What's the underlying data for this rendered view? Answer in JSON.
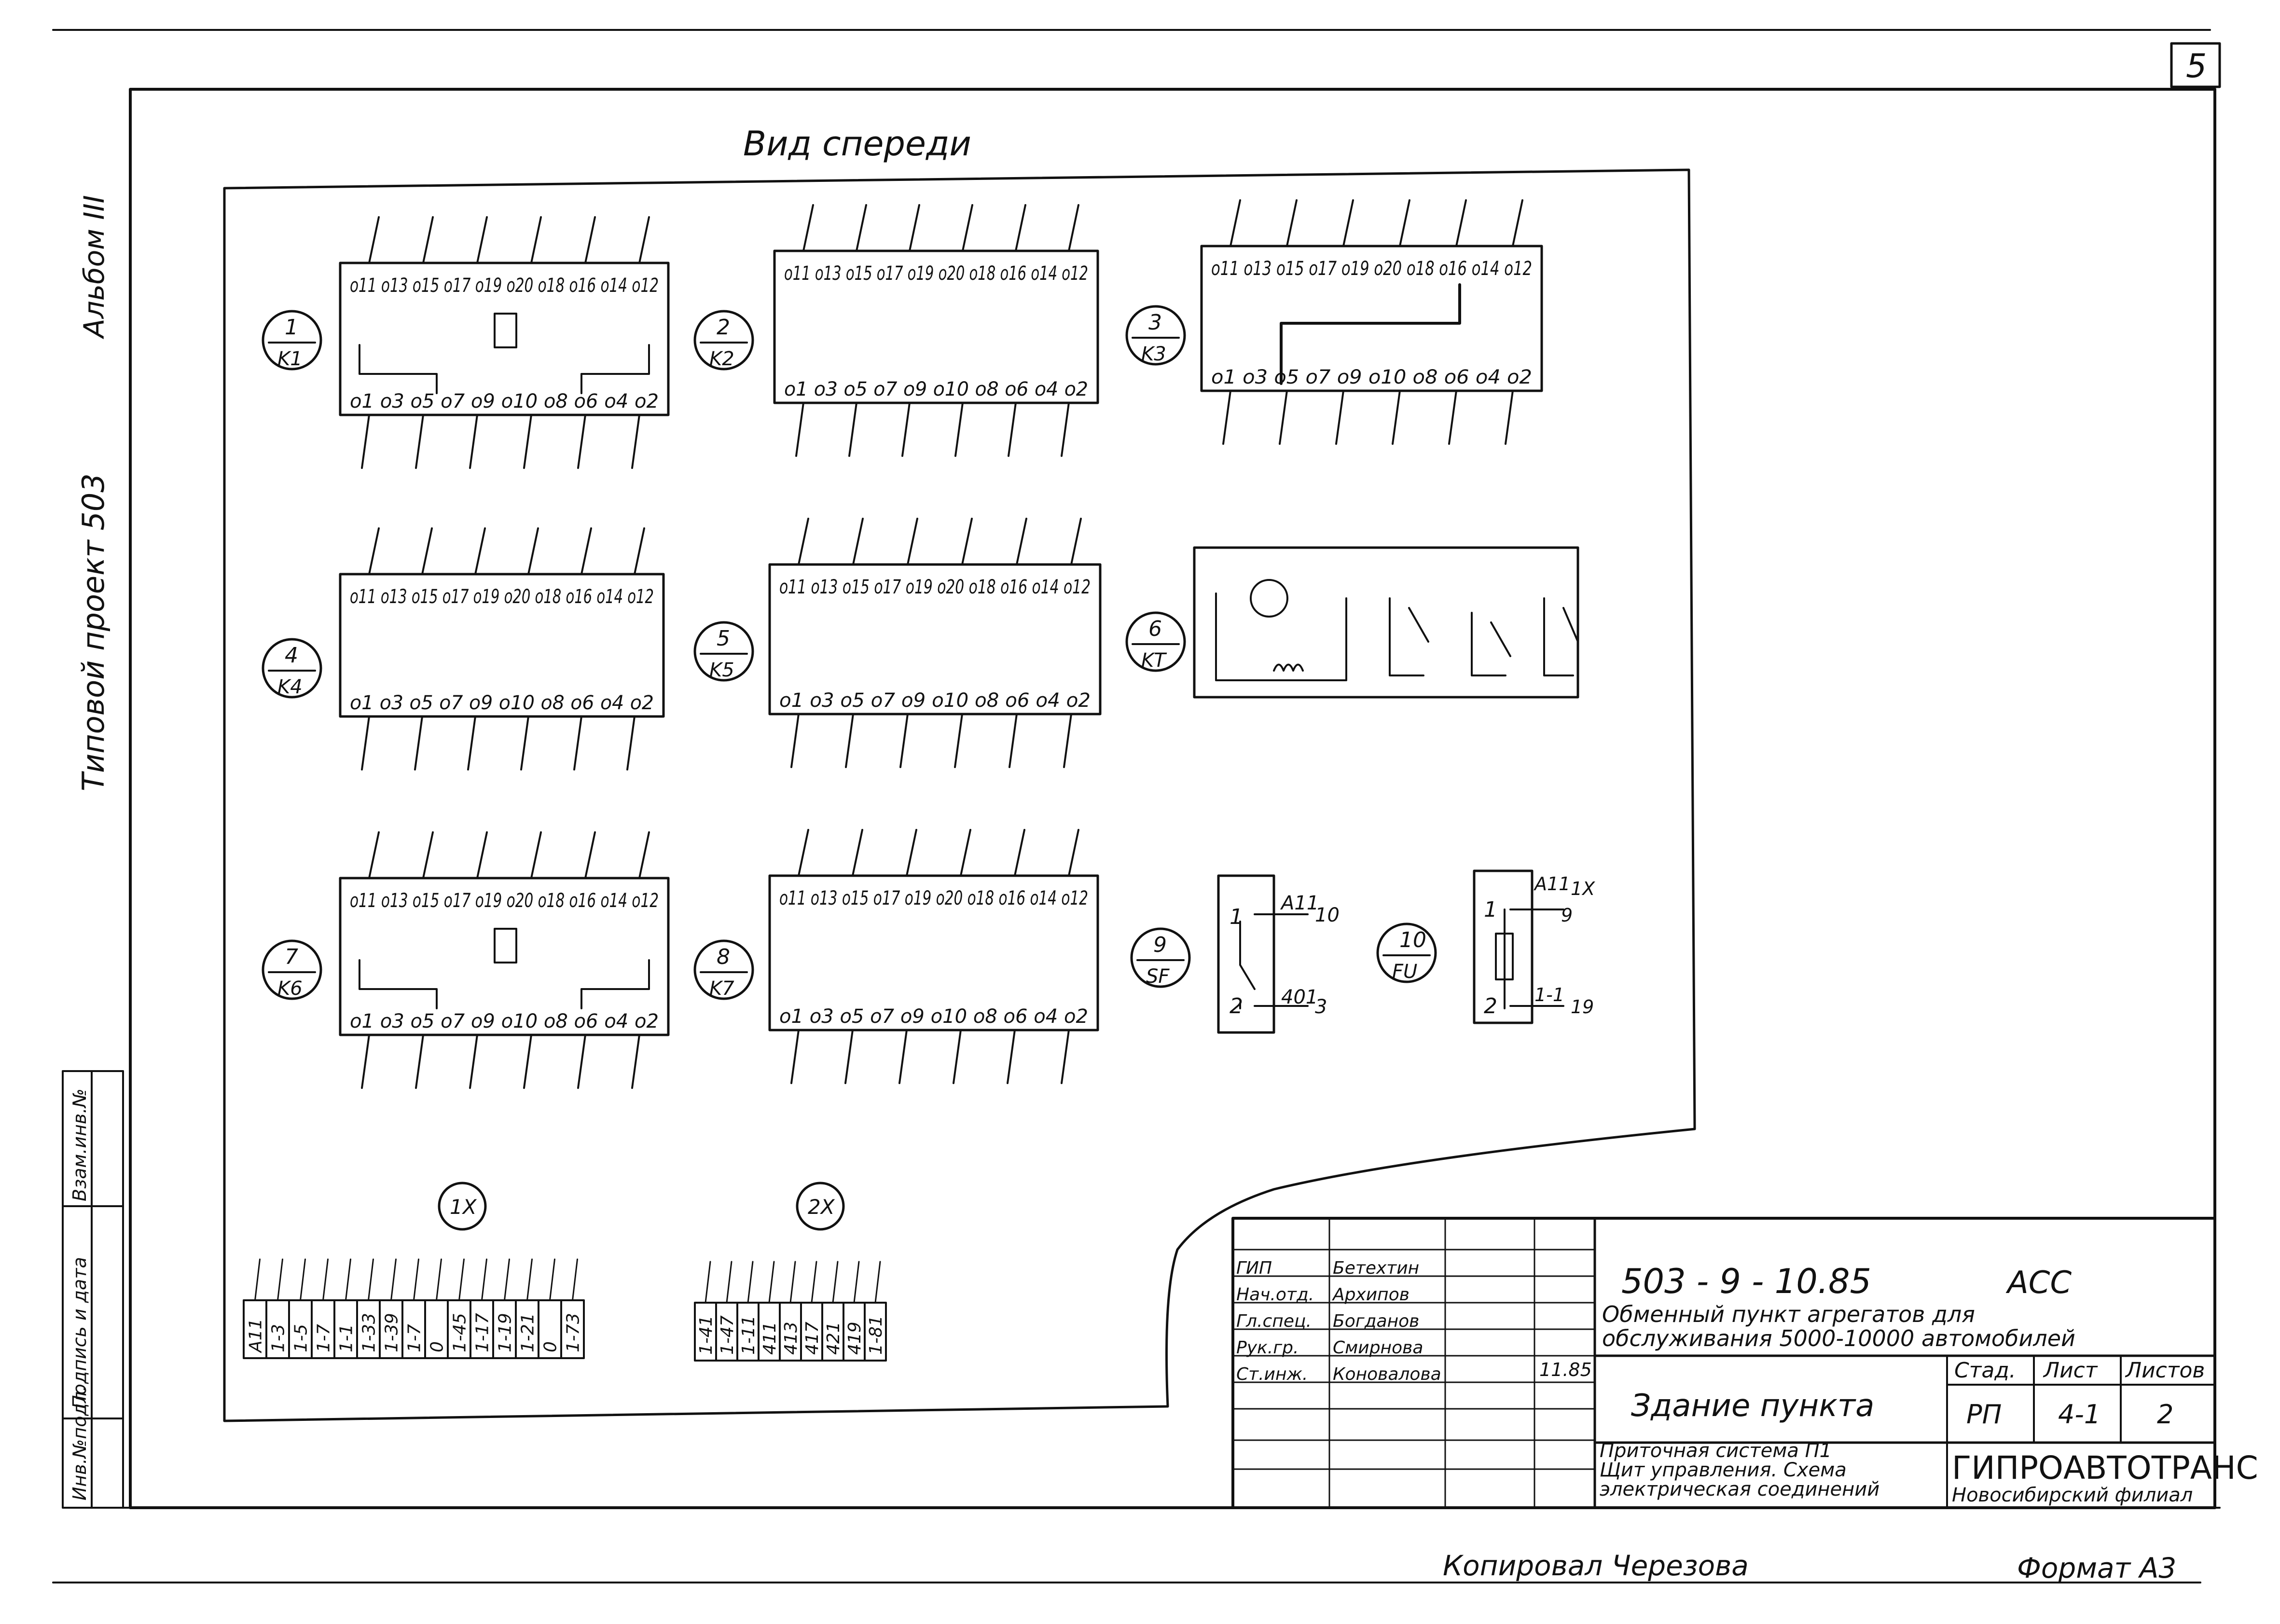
{
  "sheet": {
    "number": "5",
    "view_title": "Вид спереди",
    "side_album": "Альбом III",
    "side_project": "Типовой проект 503",
    "copied_by": "Копировал Черезова",
    "format": "Формат А3"
  },
  "side_stamp": [
    "Инв.№подл.",
    "Подпись и дата",
    "Взам.инв.№"
  ],
  "devices": [
    {
      "label": "1",
      "sub": "K1"
    },
    {
      "label": "2",
      "sub": "K2"
    },
    {
      "label": "3",
      "sub": "K3"
    },
    {
      "label": "4",
      "sub": "K4"
    },
    {
      "label": "5",
      "sub": "K5"
    },
    {
      "label": "6",
      "sub": "KT"
    },
    {
      "label": "7",
      "sub": "K6"
    },
    {
      "label": "8",
      "sub": "K7"
    },
    {
      "label": "9",
      "sub": "SF"
    },
    {
      "label": "10",
      "sub": "FU"
    }
  ],
  "relay_top_pins": "o11 o13 o15 o17 o19 o20 o18 o16 o14 o12",
  "relay_bottom_pins": "o1 o3 o5 o7 o9 o10 o8 o6 o4 o2",
  "terminals_1x": {
    "label": "1X",
    "cells": [
      "A11",
      "1-3",
      "1-5",
      "1-7",
      "1-1",
      "1-33",
      "1-39",
      "1-7",
      "0",
      "1-45",
      "1-17",
      "1-19",
      "1-21",
      "0",
      "1-73"
    ]
  },
  "terminals_2x": {
    "label": "2X",
    "cells": [
      "1-41",
      "1-47",
      "1-11",
      "411",
      "413",
      "417",
      "421",
      "419",
      "1-81"
    ]
  },
  "sf_pins": {
    "p1": "1",
    "p2": "2",
    "w1": "A11",
    "w1b": "10",
    "w2": "401",
    "w2b": "3"
  },
  "fu_pins": {
    "p1": "1",
    "p2": "2",
    "w1": "A11",
    "w1b": "1X",
    "w1c": "9",
    "w2": "1-1",
    "w2b": "19"
  },
  "title_block": {
    "doc_code": "503 - 9 - 10.85",
    "doc_suffix": "АСС",
    "object_title": "Обменный пункт агрегатов для обслуживания 5000-10000 автомобилей",
    "building": "Здание пункта",
    "sheet_title": "Приточная система П1 Щит управления. Схема электрическая соединений",
    "stage_label": "Стад.",
    "sheet_label": "Лист",
    "sheets_label": "Листов",
    "stage": "РП",
    "sheet": "4-1",
    "sheets": "2",
    "org": "ГИПРОАВТОТРАНС",
    "org_branch": "Новосибирский филиал",
    "date": "11.85",
    "roles": [
      {
        "role": "ГИП",
        "name": "Бетехтин"
      },
      {
        "role": "Нач.отд.",
        "name": "Архипов"
      },
      {
        "role": "Гл.спец.",
        "name": "Богданов"
      },
      {
        "role": "Рук.гр.",
        "name": "Смирнова"
      },
      {
        "role": "Ст.инж.",
        "name": "Коновалова"
      }
    ]
  }
}
